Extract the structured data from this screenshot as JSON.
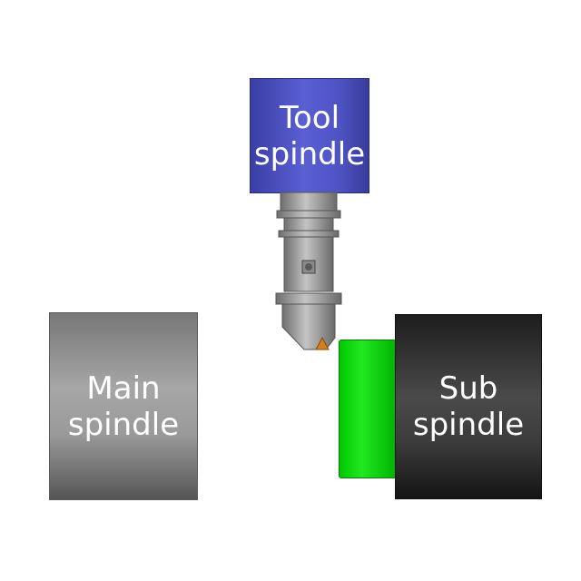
{
  "diagram": {
    "tool_spindle": {
      "line1": "Tool",
      "line2": "spindle"
    },
    "main_spindle": {
      "line1": "Main",
      "line2": "spindle"
    },
    "sub_spindle": {
      "line1": "Sub",
      "line2": "spindle"
    }
  },
  "colors": {
    "tool_spindle": "#4e53c4",
    "main_spindle": "#9a9a9a",
    "sub_spindle": "#3b3b3b",
    "chuck": "#00c800",
    "tool_holder": "#a0a0a0",
    "insert": "#d08020"
  }
}
